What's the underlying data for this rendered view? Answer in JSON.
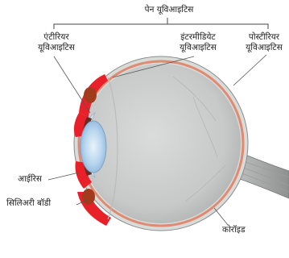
{
  "labels": {
    "pan_uveitis": "पेन यूविआइटिस",
    "anterior_line1": "एंटीरियर",
    "anterior_line2": "यूविआइटिस",
    "intermediate_line1": "इंटरमीडियेट",
    "intermediate_line2": "यूविआइटिस",
    "posterior_line1": "पोस्टीरियर",
    "posterior_line2": "यूविआइटिस",
    "iris": "आईरिस",
    "ciliary_body": "सिलिअरी बॉडी",
    "choroid": "कोरॉइड"
  },
  "colors": {
    "inflammation": "#e8202a",
    "sclera": "#d6d8d6",
    "vitreous": "#c9cccb",
    "choroid": "#e08a72",
    "lens": "#a9cdea",
    "background": "#ffffff"
  }
}
